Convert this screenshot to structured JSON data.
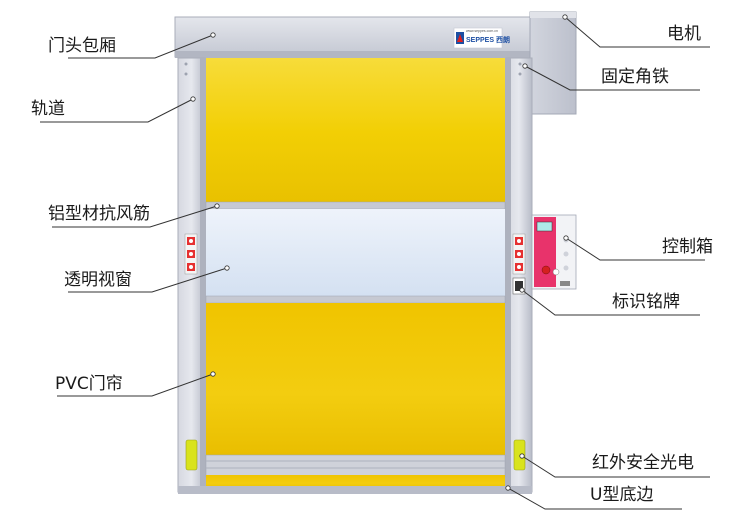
{
  "labels": {
    "door_header": "门头包厢",
    "track": "轨道",
    "wind_bar": "铝型材抗风筋",
    "window": "透明视窗",
    "curtain": "PVC门帘",
    "motor": "电机",
    "angle_iron": "固定角铁",
    "control_box": "控制箱",
    "nameplate": "标识铭牌",
    "photocell": "红外安全光电",
    "bottom_bar": "U型底边"
  },
  "brand": {
    "name": "SEPPES 西朗",
    "tagline": "www.seppes.com.cn"
  },
  "colors": {
    "frame": "#c9ccd6",
    "curtain_yellow": "#f2cc00",
    "window": "#dde7f5",
    "control_box": "#e8336b",
    "photocell": "#d7e21a",
    "leader_line": "#333333"
  }
}
